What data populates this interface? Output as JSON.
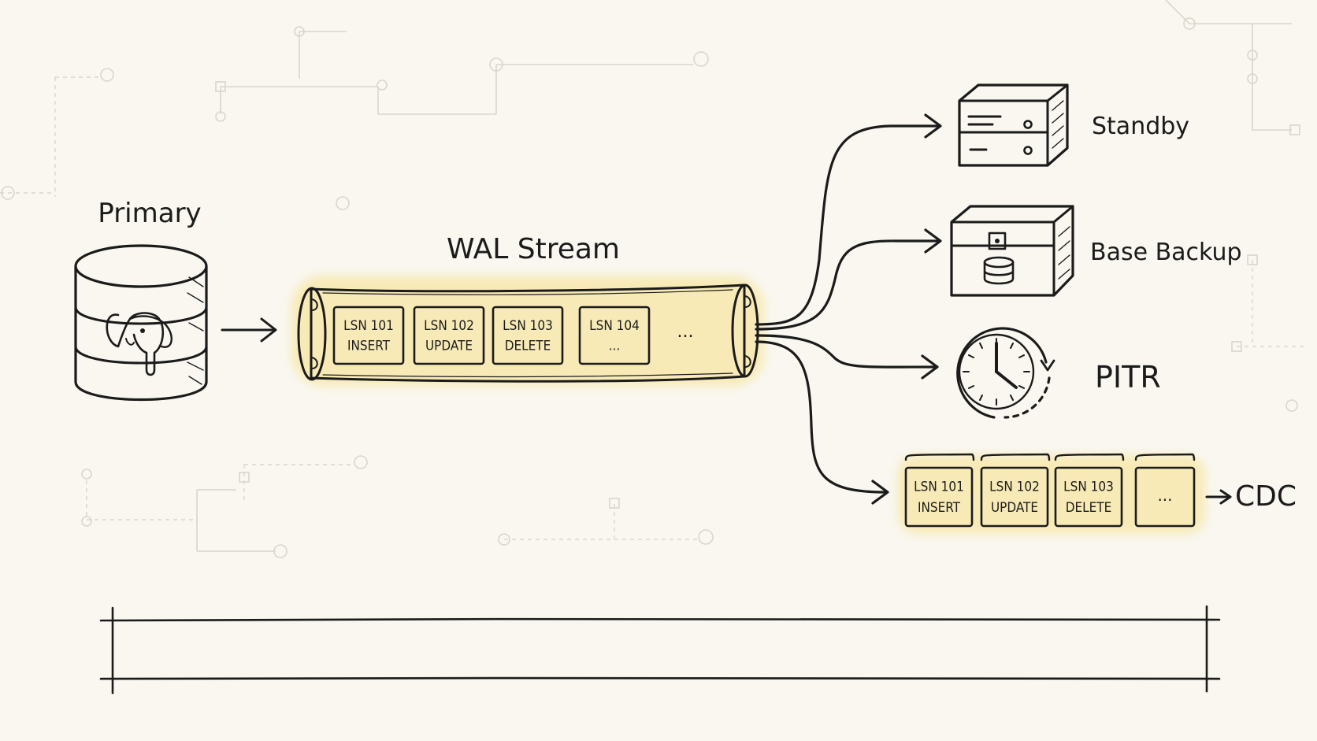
{
  "labels": {
    "primary": "Primary",
    "wal_stream": "WAL Stream",
    "standby": "Standby",
    "base_backup": "Base Backup",
    "pitr": "PITR",
    "cdc": "CDC"
  },
  "wal_records": [
    {
      "lsn": "LSN 101",
      "op": "INSERT"
    },
    {
      "lsn": "LSN 102",
      "op": "UPDATE"
    },
    {
      "lsn": "LSN 103",
      "op": "DELETE"
    },
    {
      "lsn": "LSN 104",
      "op": "..."
    }
  ],
  "wal_more": "...",
  "cdc_records": [
    {
      "lsn": "LSN 101",
      "op": "INSERT"
    },
    {
      "lsn": "LSN 102",
      "op": "UPDATE"
    },
    {
      "lsn": "LSN 103",
      "op": "DELETE"
    }
  ],
  "cdc_more": "...",
  "icons": {
    "primary": "postgres-elephant-database-icon",
    "standby": "server-icon",
    "base_backup": "storage-box-icon",
    "pitr": "clock-icon"
  },
  "colors": {
    "ink": "#1b1b1b",
    "background": "#f9f7f0",
    "highlight": "#f7e6a3"
  }
}
